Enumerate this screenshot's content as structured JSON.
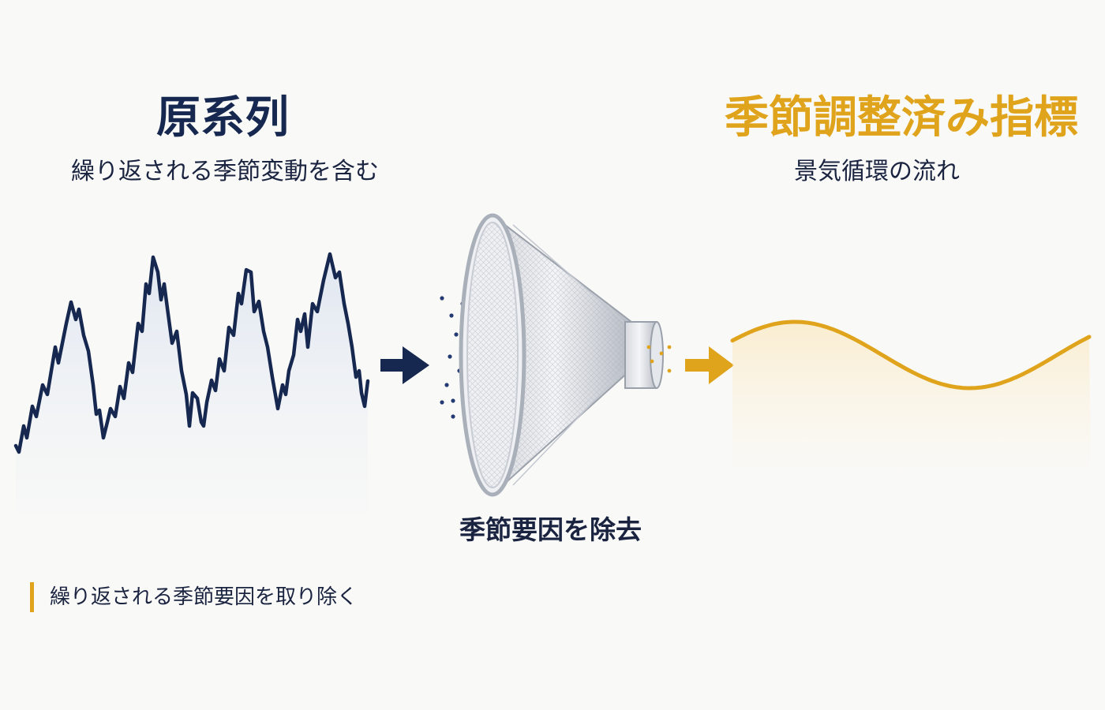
{
  "left": {
    "title": "原系列",
    "subtitle": "繰り返される季節変動を含む"
  },
  "right": {
    "title": "季節調整済み指標",
    "subtitle": "景気循環の流れ"
  },
  "filter": {
    "label": "季節要因を除去"
  },
  "footnote": "繰り返される季節要因を取り除く",
  "colors": {
    "navy": "#16284f",
    "gold": "#e0a41c",
    "background": "#f9f9f7"
  },
  "icons": [
    "arrow-right-icon",
    "funnel-filter-icon"
  ]
}
